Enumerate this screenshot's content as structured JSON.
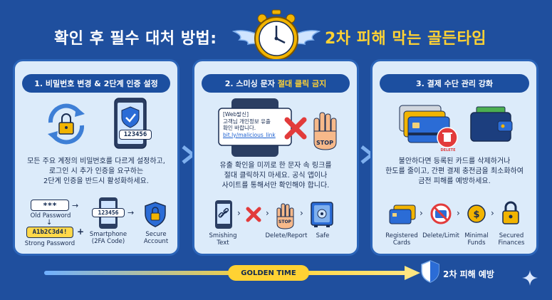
{
  "title": {
    "left": "확인 후 필수 대처 방법:",
    "right": "2차 피해 막는 골든타임"
  },
  "panels": [
    {
      "header": "1. 비밀번호 변경 & 2단계 인증 설정",
      "desc": [
        "모든 주요 계정의 비밀번호를 다르게 설정하고,",
        "로그인 시 추가 인증을 요구하는",
        "2단계 인증을 반드시 활성화하세요."
      ],
      "phone_code": "123456",
      "old_pw_value": "***",
      "old_pw_label": "Old Password",
      "strong_pw_value": "A1b2C3d4!",
      "strong_pw_label": "Strong Password",
      "smartphone_code": "123456",
      "smartphone_label": "Smartphone",
      "smartphone_sub": "(2FA Code)",
      "secure_label": "Secure",
      "secure_sub": "Account"
    },
    {
      "header_main": "2. 스미싱 문자",
      "header_hl": "절대 클릭 금지",
      "sms_lines": [
        "[Web발신]",
        "고객님 개인정보 유출",
        "확인 바랍니다."
      ],
      "sms_link": "bit.ly/malicious_link",
      "stop": "STOP",
      "desc": [
        "유출 확인을 미끼로 한 문자 속 링크를",
        "절대 클릭하지 마세요. 공식 앱이나",
        "사이트를 통해서만 확인해야 합니다."
      ],
      "flow_stop": "STOP",
      "flow": [
        "Smishing",
        "Text",
        "Delete/Report",
        "Safe"
      ]
    },
    {
      "header": "3. 결제 수단 관리 강화",
      "delete_badge": "DELETE",
      "desc": [
        "불안하다면 등록된 카드를 삭제하거나",
        "한도를 줄이고, 간편 결제 충전금을 최소화하여",
        "금전 피해를 예방하세요."
      ],
      "flow": [
        "Registered",
        "Cards",
        "Delete/Limit",
        "Minimal",
        "Funds",
        "Secured",
        "Finances"
      ]
    }
  ],
  "bottom": {
    "golden_time": "GOLDEN TIME",
    "prevent": "2차 피해 예방"
  },
  "colors": {
    "background": "#1f4f9e",
    "panel": "#dcebfa",
    "header": "#1c4fa0",
    "accent": "#ffd233",
    "danger": "#e23b3b"
  }
}
